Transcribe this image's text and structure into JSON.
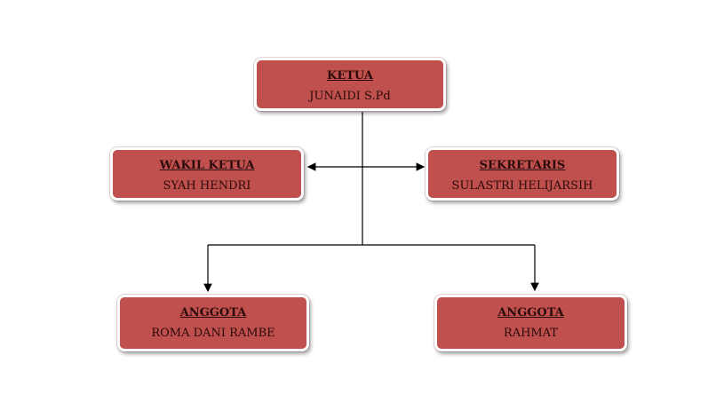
{
  "colors": {
    "box_fill": "#c0504d",
    "line": "#000000"
  },
  "nodes": {
    "ketua": {
      "role": "KETUA",
      "name": "JUNAIDI S.Pd"
    },
    "wakil": {
      "role": "WAKIL KETUA",
      "name": "SYAH HENDRI"
    },
    "sekretaris": {
      "role": "SEKRETARIS",
      "name": "SULASTRI HELIJARSIH"
    },
    "anggota1": {
      "role": "ANGGOTA",
      "name": "ROMA DANI RAMBE"
    },
    "anggota2": {
      "role": "ANGGOTA",
      "name": "RAHMAT"
    }
  }
}
